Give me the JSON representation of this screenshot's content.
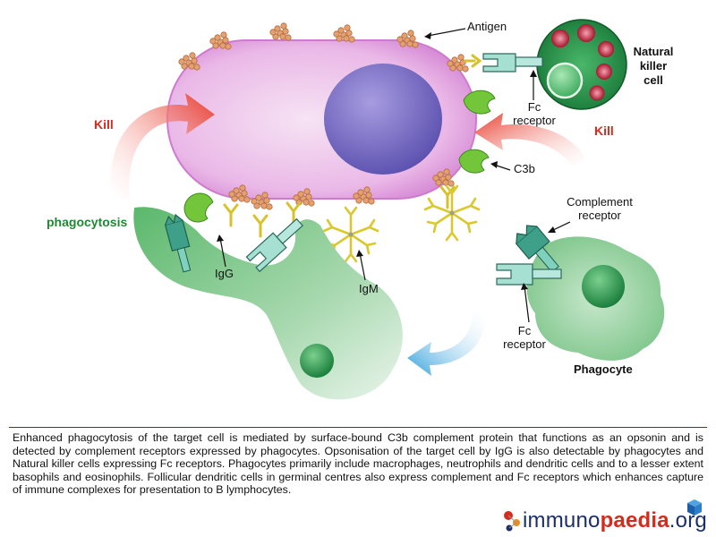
{
  "labels": {
    "antigen": "Antigen",
    "natural_killer": [
      "Natural",
      "killer",
      "cell"
    ],
    "fc_receptor_top": [
      "Fc",
      "receptor"
    ],
    "kill_left": "Kill",
    "kill_right": "Kill",
    "c3b": "C3b",
    "phagocytosis": "phagocytosis",
    "complement_receptor": [
      "Complement",
      "receptor"
    ],
    "igg": "IgG",
    "igm": "IgM",
    "fc_receptor_bottom": [
      "Fc",
      "receptor"
    ],
    "phagocyte": "Phagocyte"
  },
  "caption": "Enhanced phagocytosis of the target cell is mediated by surface-bound C3b complement protein that functions as an opsonin and is detected by complement receptors expressed by phagocytes.  Opsonisation of the target cell by IgG is also detectable by phagocytes and Natural killer cells expressing Fc receptors. Phagocytes primarily include macrophages, neutrophils and dendritic cells and to a lesser extent basophils and eosinophils. Follicular dendritic cells in germinal centres also express complement and Fc receptors which enhances capture of immune complexes for presentation to B lymphocytes.",
  "logo": {
    "part1": "immuno",
    "part2": "paedia",
    "part3": ".org"
  },
  "colors": {
    "target_cell": "#e9b8e6",
    "nucleus": "#7a6fc2",
    "phagocyte": "#8dcf95",
    "kill_arrow": "#e83a2a",
    "blue_arrow": "#3aa7de",
    "antibody": "#e5d63a",
    "antigen": "#e09a6a"
  }
}
